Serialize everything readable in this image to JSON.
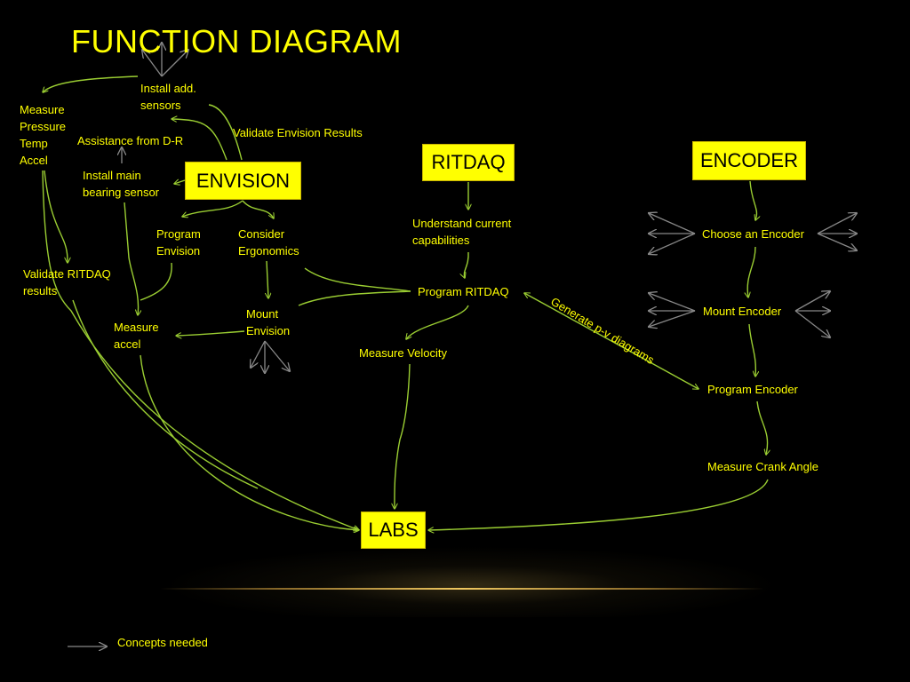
{
  "title": "FUNCTION DIAGRAM",
  "boxes": {
    "envision": "ENVISION",
    "ritdaq": "RITDAQ",
    "encoder": "ENCODER",
    "labs": "LABS"
  },
  "nodes": {
    "install_add_sensors": "Install add.\nsensors",
    "measure_pressure": "Measure\nPressure\nTemp\nAccel",
    "validate_envision_results": "Validate Envision Results",
    "assistance_dr": "Assistance from D-R",
    "install_main_bearing": "Install main\nbearing sensor",
    "program_envision": "Program\nEnvision",
    "consider_ergonomics": "Consider\nErgonomics",
    "validate_ritdaq": "Validate RITDAQ\nresults",
    "mount_envision": "Mount\nEnvision",
    "measure_accel": "Measure\naccel",
    "understand_capabilities": "Understand current\ncapabilities",
    "program_ritdaq": "Program RITDAQ",
    "measure_velocity": "Measure Velocity",
    "generate_pv": "Generate p-v diagrams",
    "choose_encoder": "Choose an Encoder",
    "mount_encoder": "Mount Encoder",
    "program_encoder": "Program Encoder",
    "measure_crank": "Measure Crank Angle"
  },
  "legend": {
    "label": "Concepts needed"
  },
  "colors": {
    "background": "#000000",
    "text": "#ffff00",
    "box_fill": "#ffff00",
    "flow_arrow": "#9acd32",
    "concept_arrow": "#777777"
  }
}
